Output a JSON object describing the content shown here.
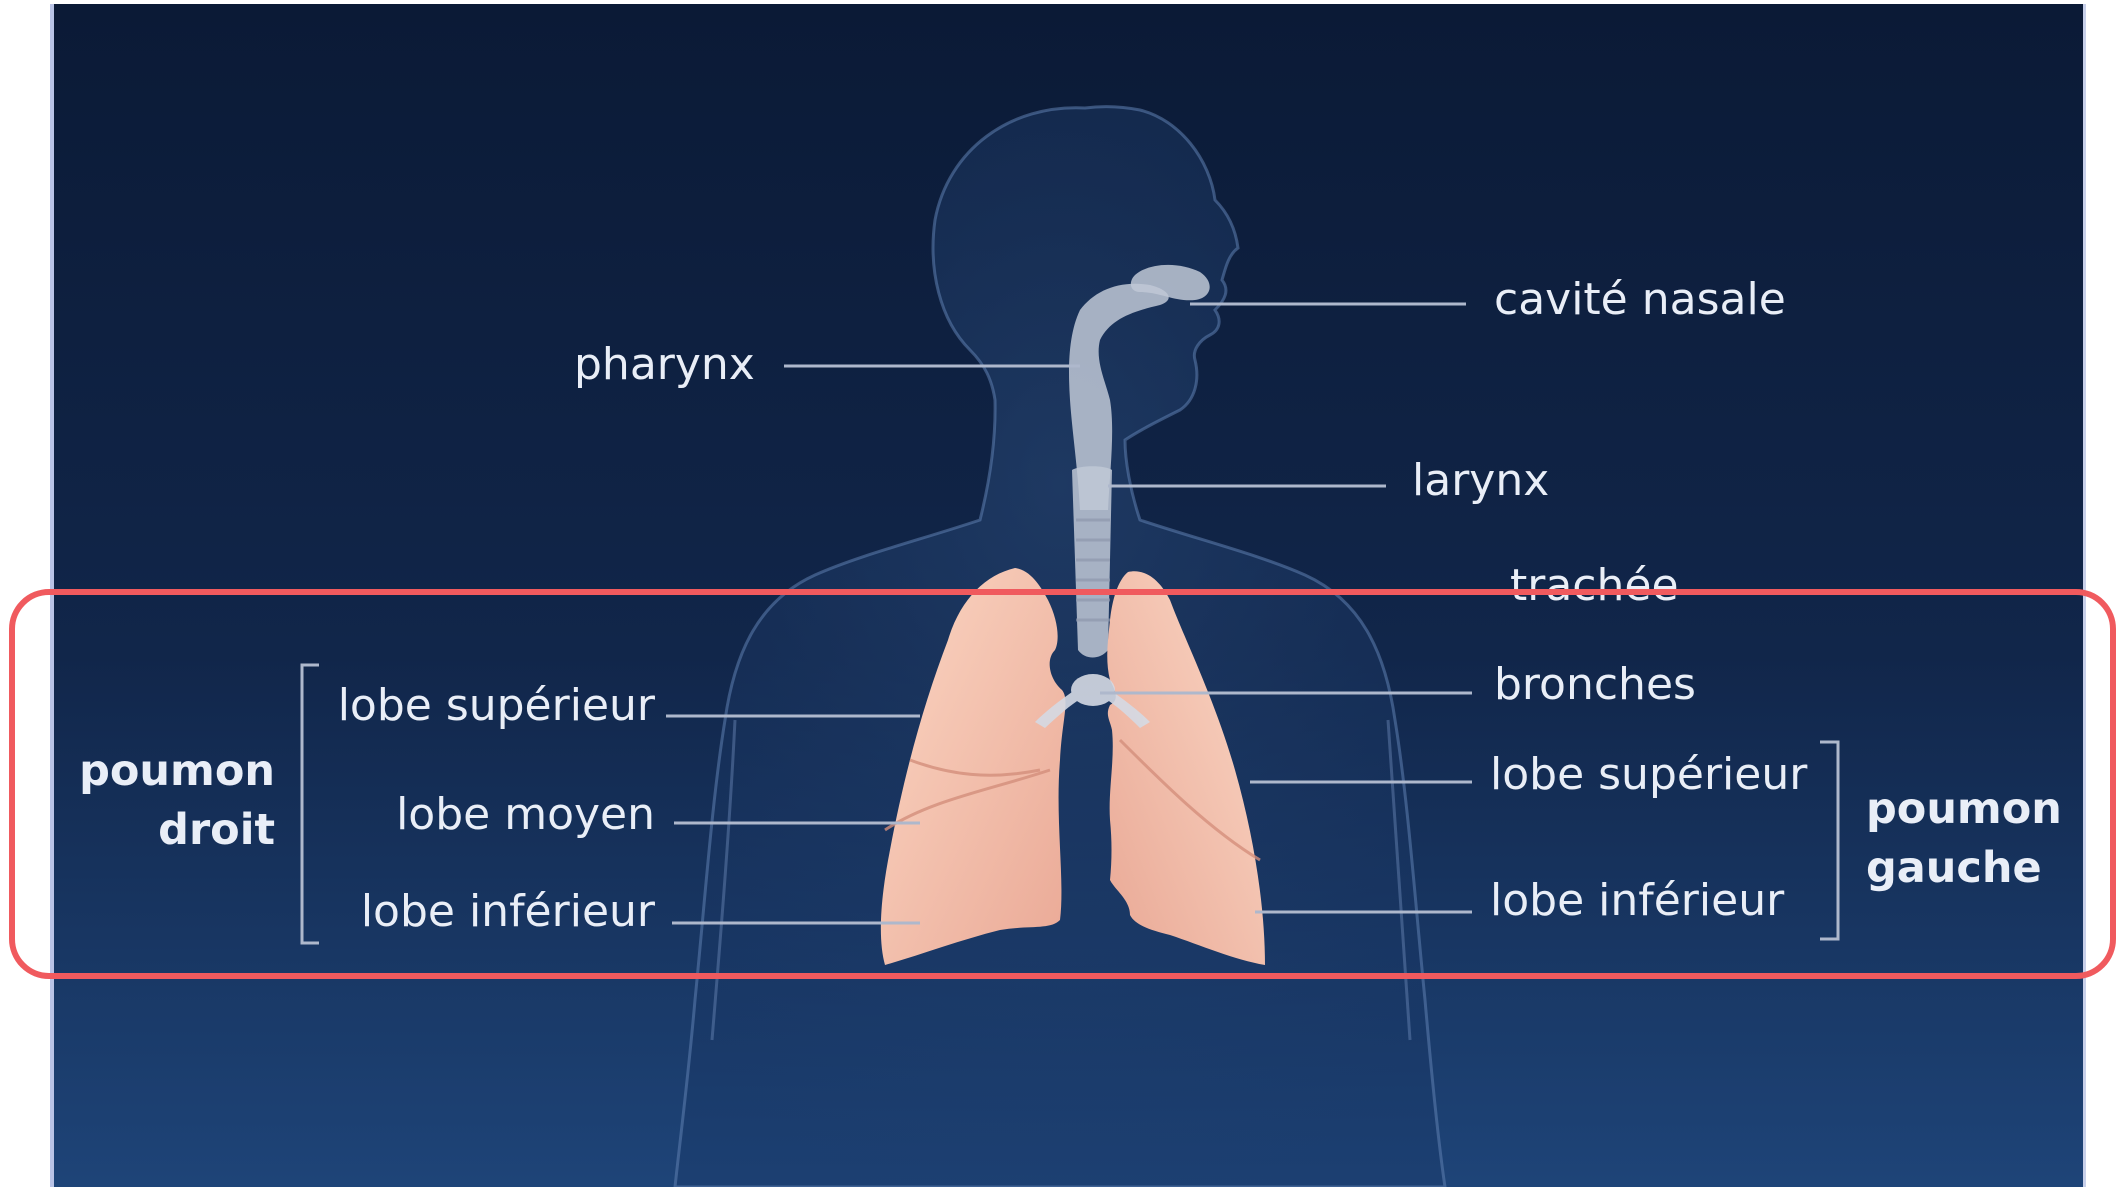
{
  "diagram": {
    "labels": {
      "nasal_cavity": "cavité nasale",
      "pharynx": "pharynx",
      "larynx": "larynx",
      "trachea": "trachée",
      "bronchi": "bronches",
      "right_upper_lobe": "lobe supérieur",
      "right_middle_lobe": "lobe moyen",
      "right_lower_lobe": "lobe inférieur",
      "left_upper_lobe": "lobe supérieur",
      "left_lower_lobe": "lobe inférieur"
    },
    "right_lung_title": {
      "line1": "poumon",
      "line2": "droit"
    },
    "left_lung_title": {
      "line1": "poumon",
      "line2": "gauche"
    }
  },
  "colors": {
    "background_top": "#0b1a36",
    "background_bottom": "#1b3f72",
    "lung": "#f6c6b0",
    "airway": "#c0c8d6",
    "leader_line": "#aeb8cc",
    "highlight_border": "#f05a5e"
  }
}
